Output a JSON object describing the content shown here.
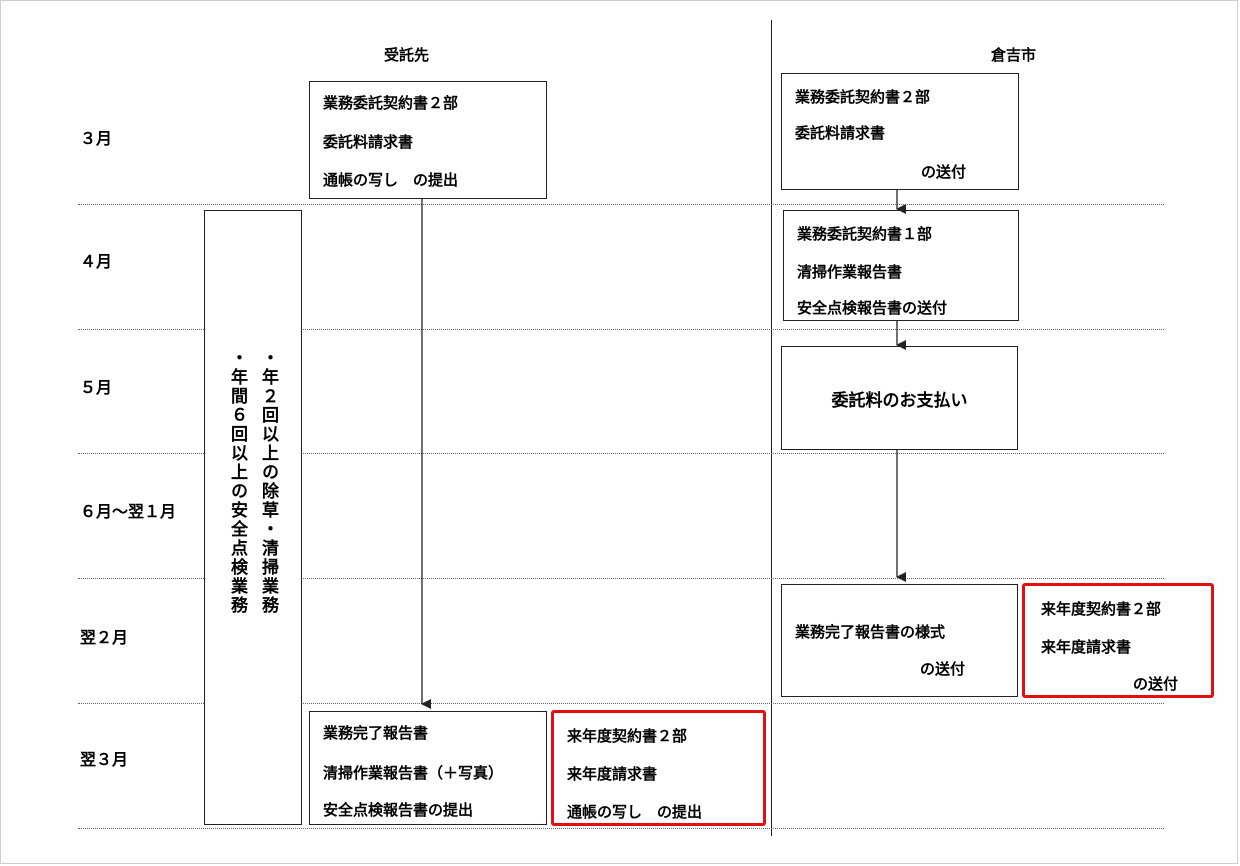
{
  "headers": {
    "contractor": "受託先",
    "city": "倉吉市"
  },
  "months": [
    "３月",
    "４月",
    "５月",
    "６月～翌１月",
    "翌２月",
    "翌３月"
  ],
  "contractor_boxes": {
    "march_submit": [
      "業務委託契約書２部",
      "委託料請求書",
      "通帳の写し　の提出"
    ],
    "next_march_reports": [
      "業務完了報告書",
      "清掃作業報告書（＋写真）",
      "安全点検報告書の提出"
    ],
    "next_march_next_year": [
      "来年度契約書２部",
      "来年度請求書",
      "通帳の写し　の提出"
    ]
  },
  "work_duties": [
    "・年２回以上の除草・清掃業務",
    "・年間６回以上の安全点検業務"
  ],
  "city_boxes": {
    "march_send": [
      "業務委託契約書２部",
      "委託料請求書",
      "の送付"
    ],
    "april_send": [
      "業務委託契約書１部",
      "清掃作業報告書",
      "安全点検報告書の送付"
    ],
    "may_payment": "委託料のお支払い",
    "feb_completion_form": [
      "業務完了報告書の様式",
      "の送付"
    ],
    "feb_next_year": [
      "来年度契約書２部",
      "来年度請求書",
      "の送付"
    ]
  },
  "colors": {
    "highlight_border": "#dd1111",
    "line": "#222222"
  }
}
